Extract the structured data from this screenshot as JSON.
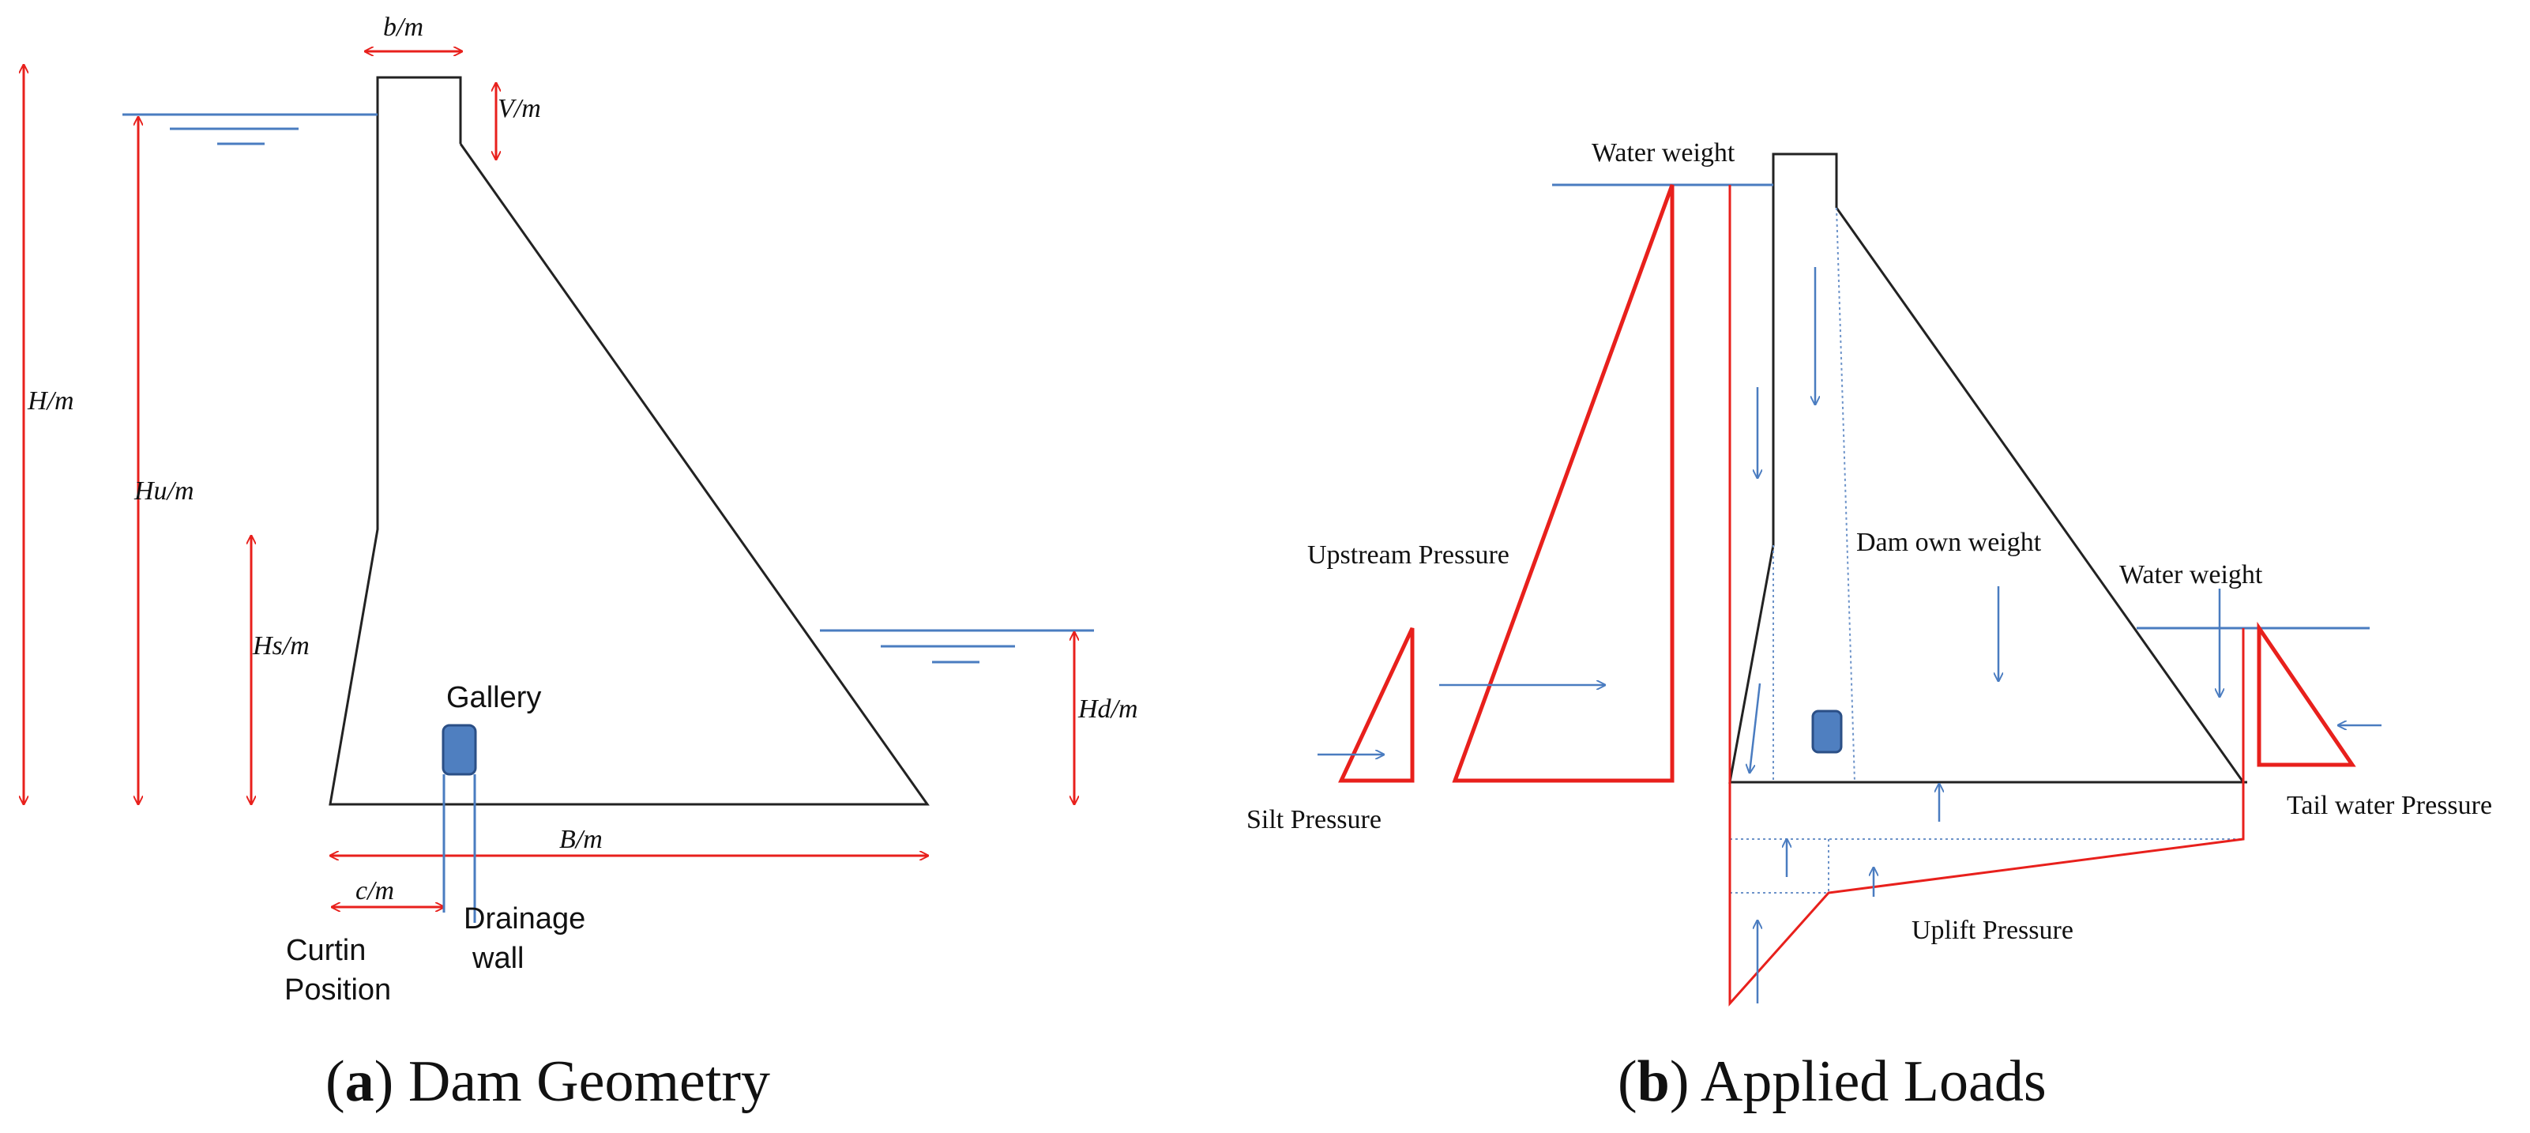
{
  "panel_a": {
    "labels": {
      "b": "b/m",
      "V": "V/m",
      "H": "H/m",
      "Hu": "Hu/m",
      "Hs": "Hs/m",
      "Hd": "Hd/m",
      "B": "B/m",
      "c": "c/m",
      "gallery": "Gallery",
      "curtin_1": "Curtin",
      "curtin_2": "Position",
      "drainage_1": "Drainage",
      "drainage_2": "wall"
    },
    "caption": {
      "letter": "a",
      "text": " Dam Geometry"
    }
  },
  "panel_b": {
    "labels": {
      "water_weight_top": "Water weight",
      "upstream_pressure": "Upstream Pressure",
      "dam_own_weight": "Dam own weight",
      "water_weight_right": "Water weight",
      "silt_pressure": "Silt Pressure",
      "tail_water_pressure": "Tail water Pressure",
      "uplift_pressure": "Uplift Pressure"
    },
    "caption": {
      "letter": "b",
      "text": " Applied Loads"
    }
  },
  "colors": {
    "dimension": "#e8201c",
    "water": "#4a7cc0",
    "outline": "#222222",
    "gallery_fill": "#4f7fc0",
    "gallery_stroke": "#2b4f86",
    "load": "#e8201c"
  }
}
